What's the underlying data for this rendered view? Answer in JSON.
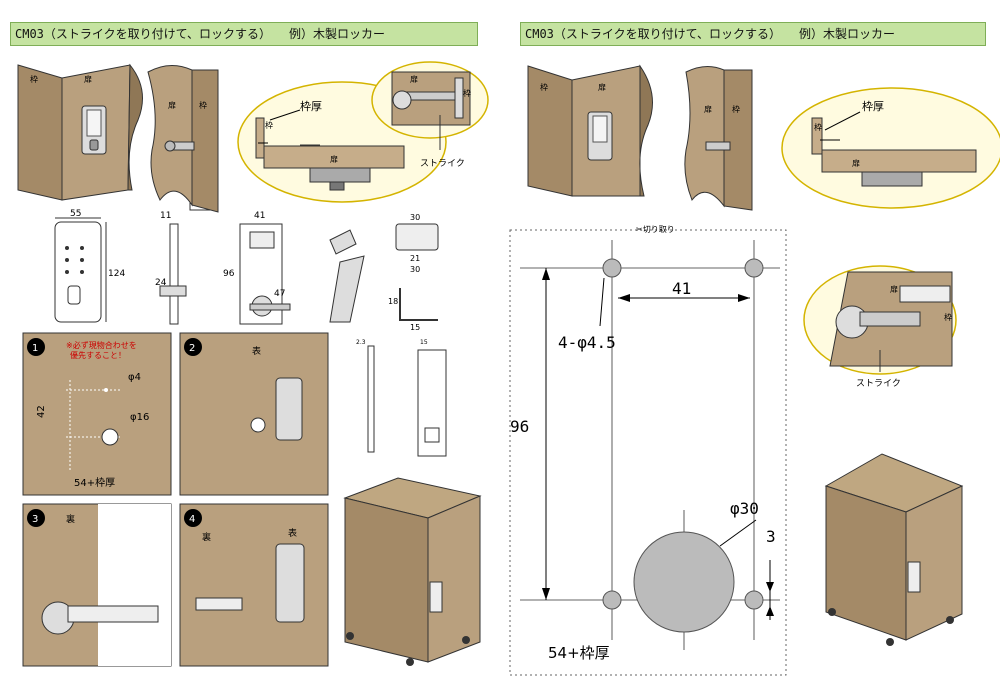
{
  "left_title": "CM03（ストライクを取り付けて、ロックする）　　例）木製ロッカー",
  "right_title": "CM03（ストライクを取り付けて、ロックする）　　例）木製ロッカー",
  "labels": {
    "frame": "枠",
    "door": "扉",
    "frame_thickness": "枠厚",
    "strike": "ストライク",
    "front": "表",
    "back": "裏",
    "caution_line1": "※必ず現物合わせを",
    "caution_line2": "優先すること！"
  },
  "dims_small": {
    "w55": "55",
    "h124": "124",
    "d11": "11",
    "d24": "24",
    "w41": "41",
    "h96": "96",
    "d47": "47",
    "s30a": "30",
    "s21": "21",
    "s30b": "30",
    "s18": "18",
    "s15": "15",
    "s2_3": "2.3",
    "s15b": "15"
  },
  "steps": {
    "s1": "1",
    "s2": "2",
    "s3": "3",
    "s4": "4",
    "d42": "42",
    "phi4": "φ4",
    "phi16": "φ16",
    "offset": "54+枠厚"
  },
  "template": {
    "cut_label": "✂切り取り",
    "d41": "41",
    "holes": "4-φ4.5",
    "d96": "96",
    "phi30": "φ30",
    "d3": "3",
    "offset": "54+枠厚"
  }
}
